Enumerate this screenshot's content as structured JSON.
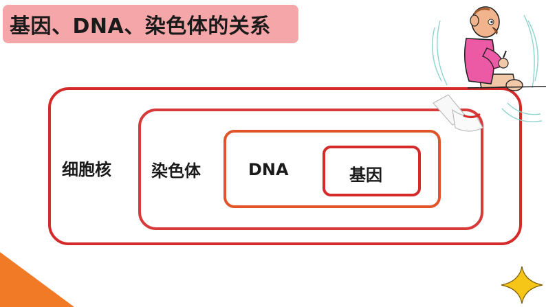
{
  "title": "基因、DNA、染色体的关系",
  "diagram": {
    "levels": [
      {
        "label": "细胞核"
      },
      {
        "label": "染色体"
      },
      {
        "label": "DNA"
      },
      {
        "label": "基因"
      }
    ]
  },
  "colors": {
    "title_bg": "#f4a6a9",
    "outer_border": "#d42a2a",
    "dna_border": "#e2532a",
    "corner_triangle": "#f07a26",
    "star": "#f5c518"
  },
  "icons": [
    "cartoon-man-illustration",
    "star-icon"
  ]
}
